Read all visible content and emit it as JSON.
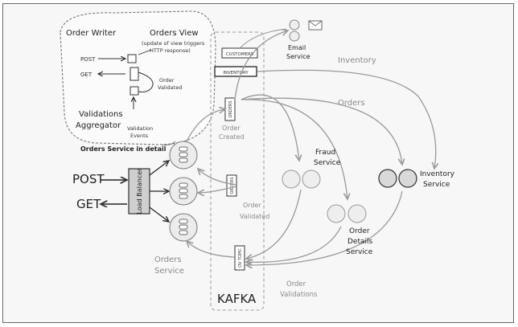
{
  "detail": {
    "order_writer": "Order Writer",
    "orders_view": "Orders View",
    "orders_view_note_1": "(update of view triggers",
    "orders_view_note_2": "HTTP response)",
    "post": "POST",
    "get": "GET",
    "order_validated": "Order",
    "order_validated_2": "Validated",
    "validations_1": "Validations",
    "validations_2": "Aggregator",
    "validation_events_1": "Validation",
    "validation_events_2": "Events",
    "caption": "Orders Service in detail"
  },
  "main": {
    "post": "POST",
    "get": "GET",
    "load_balancer": "Load Balancer",
    "orders_service_1": "Orders",
    "orders_service_2": "Service"
  },
  "kafka": {
    "label": "KAFKA",
    "topic_customers": "CUSTOMERS",
    "topic_inventory": "INVENTORY",
    "topic_orders": "ORDERS",
    "topic_orders_2": "ORDERS",
    "topic_validations": "OV TOPIC"
  },
  "events": {
    "order_created_1": "Order",
    "order_created_2": "Created",
    "order_validated_1": "Order",
    "order_validated_2": "Validated",
    "order_validations_1": "Order",
    "order_validations_2": "Validations"
  },
  "services": {
    "email_1": "Email",
    "email_2": "Service",
    "inventory_flow": "Inventory",
    "orders_flow": "Orders",
    "fraud_1": "Fraud",
    "fraud_2": "Service",
    "inventory_1": "Inventory",
    "inventory_2": "Service",
    "order_details_1": "Order",
    "order_details_2": "Details",
    "order_details_3": "Service"
  }
}
